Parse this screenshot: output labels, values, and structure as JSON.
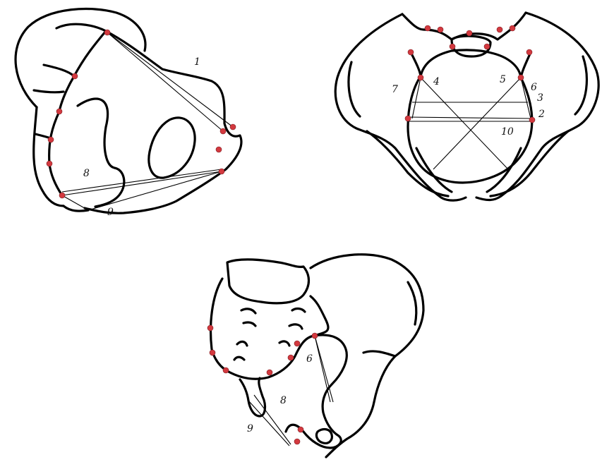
{
  "diagram": {
    "type": "anatomical-line-drawing",
    "point_color": "#d3393f",
    "line_color": "#000000",
    "panels": [
      {
        "name": "pelvis-lateral-view",
        "labels": [
          "1",
          "8",
          "9"
        ]
      },
      {
        "name": "pelvis-superior-view",
        "labels": [
          "7",
          "4",
          "5",
          "6",
          "3",
          "2",
          "10"
        ]
      },
      {
        "name": "pelvis-oblique-view",
        "labels": [
          "6",
          "8",
          "9"
        ]
      }
    ]
  }
}
